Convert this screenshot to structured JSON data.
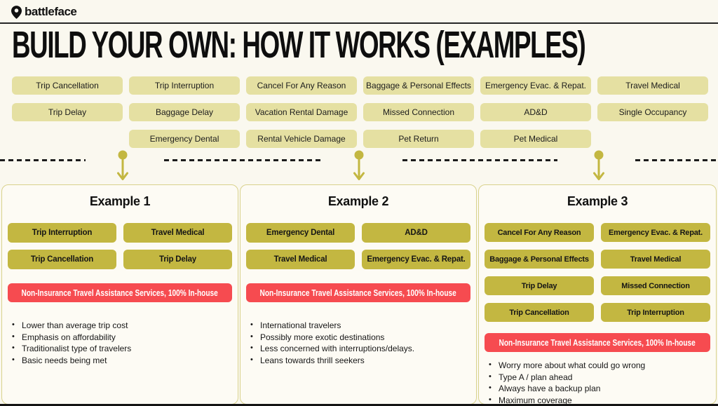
{
  "colors": {
    "background": "#faf8ef",
    "light_pill": "#e5e0a2",
    "dark_pill": "#c3b741",
    "accent_olive": "#c3b741",
    "banner_red": "#f64b50",
    "card_border": "#d9d28c",
    "text": "#121212"
  },
  "header": {
    "logo_text": "battleface",
    "pin_icon": "map-pin-icon"
  },
  "title": "BUILD YOUR OWN: HOW IT WORKS (EXAMPLES)",
  "options": {
    "row1": [
      "Trip Cancellation",
      "Trip Interruption",
      "Cancel For Any Reason",
      "Baggage & Personal Effects",
      "Emergency Evac. & Repat.",
      "Travel Medical"
    ],
    "row2": [
      "Trip Delay",
      "Baggage Delay",
      "Vacation Rental Damage",
      "Missed Connection",
      "AD&D",
      "Single Occupancy"
    ],
    "row3": [
      "Emergency Dental",
      "Rental Vehicle Damage",
      "Pet Return",
      "Pet Medical"
    ]
  },
  "examples": [
    {
      "title": "Example 1",
      "pills": [
        "Trip Interruption",
        "Travel Medical",
        "Trip Cancellation",
        "Trip Delay"
      ],
      "banner": "Non-Insurance Travel Assistance Services, 100% In-house",
      "bullets": [
        "Lower than average trip cost",
        "Emphasis on affordability",
        "Traditionalist type of travelers",
        "Basic needs being met"
      ]
    },
    {
      "title": "Example 2",
      "pills": [
        "Emergency Dental",
        "AD&D",
        "Travel Medical",
        "Emergency Evac. & Repat."
      ],
      "banner": "Non-Insurance Travel Assistance Services, 100% In-house",
      "bullets": [
        "International travelers",
        "Possibly more exotic destinations",
        "Less concerned with interruptions/delays.",
        "Leans towards thrill seekers"
      ]
    },
    {
      "title": "Example 3",
      "pills": [
        "Cancel For Any Reason",
        "Emergency Evac. & Repat.",
        "Baggage & Personal Effects",
        "Travel Medical",
        "Trip Delay",
        "Missed Connection",
        "Trip Cancellation",
        "Trip Interruption"
      ],
      "banner": "Non-Insurance Travel Assistance Services, 100% In-house",
      "bullets": [
        "Worry more about what could go wrong",
        "Type A / plan ahead",
        "Always have a backup plan",
        "Maximum coverage"
      ]
    }
  ]
}
